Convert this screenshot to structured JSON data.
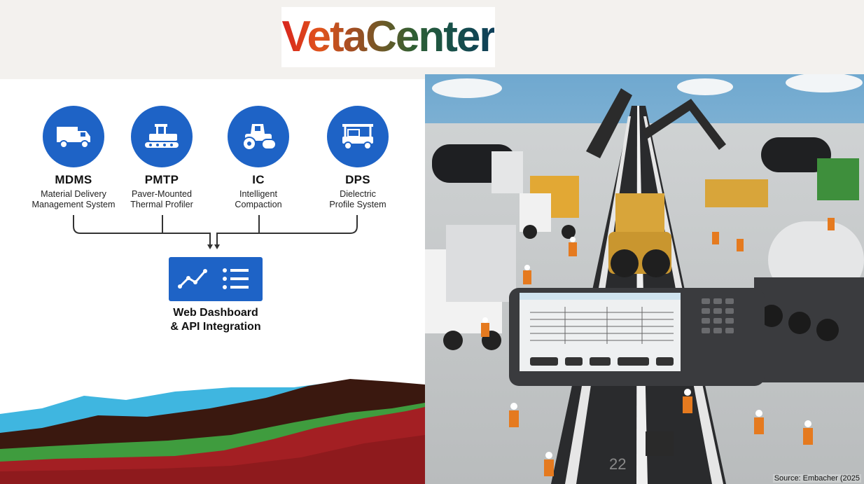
{
  "logo": {
    "text": "VetaCenter"
  },
  "modules": [
    {
      "abbr": "MDMS",
      "line1": "Material Delivery",
      "line2": "Management System",
      "icon": "truck-icon"
    },
    {
      "abbr": "PMTP",
      "line1": "Paver-Mounted",
      "line2": "Thermal Profiler",
      "icon": "paver-icon"
    },
    {
      "abbr": "IC",
      "line1": "Intelligent",
      "line2": "Compaction",
      "icon": "roller-icon"
    },
    {
      "abbr": "DPS",
      "line1": "Dielectric",
      "line2": "Profile System",
      "icon": "golf-cart-icon"
    }
  ],
  "dashboard": {
    "line1": "Web Dashboard",
    "line2": "& API Integration",
    "icon": "dashboard-chart-list-icon"
  },
  "photo": {
    "page_number": "22",
    "source": "Source: Embacher (2025"
  },
  "colors": {
    "brand_blue": "#1e63c6",
    "hill_blue": "#3fb6e0",
    "hill_brown": "#3a180f",
    "hill_green": "#3f9c3e",
    "hill_red": "#a31f23"
  }
}
